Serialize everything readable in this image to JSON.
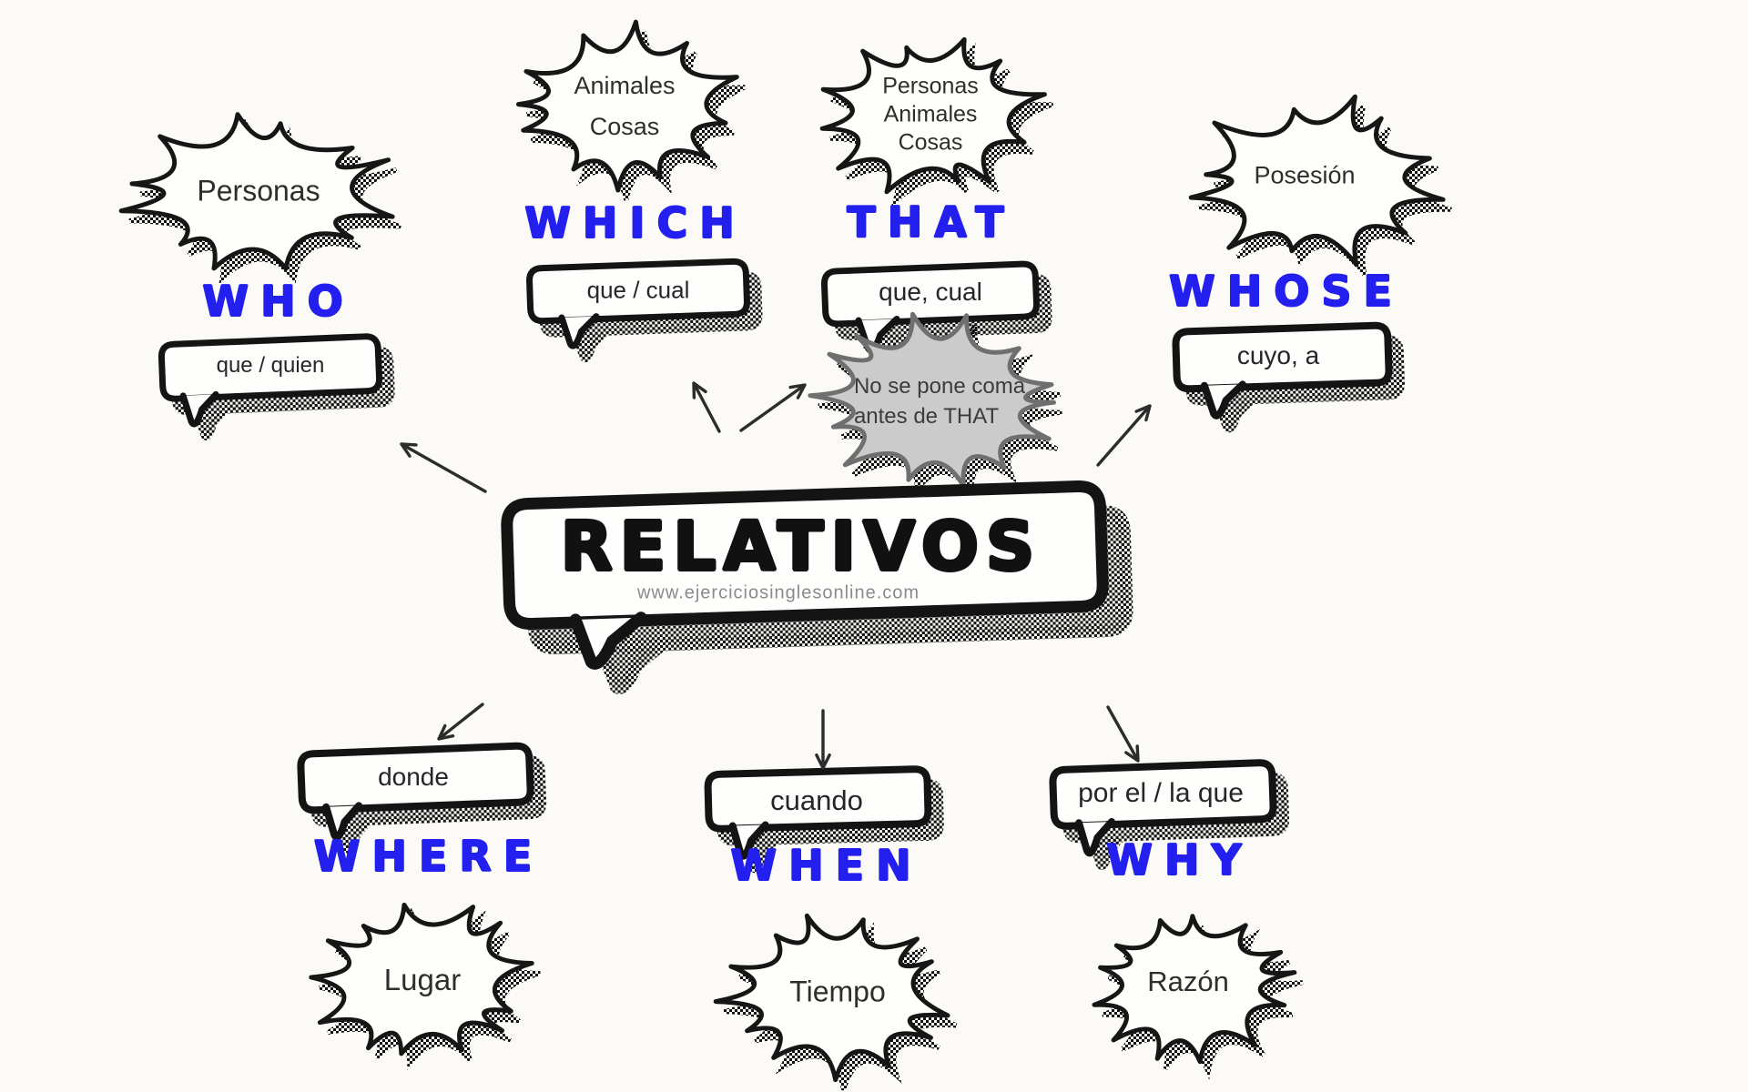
{
  "colors": {
    "accent_blue": "#2320EF",
    "note_fill": "#CBCBCB",
    "outline_black": "#161616"
  },
  "center": {
    "title": "RELATIVOS",
    "website": "www.ejerciciosinglesonline.com"
  },
  "note": {
    "line1": "No se pone coma",
    "line2": "antes de THAT"
  },
  "branches": {
    "who": {
      "keyword": "WHO",
      "category": "Personas",
      "translation": "que / quien"
    },
    "which": {
      "keyword": "WHICH",
      "category_lines": [
        "Animales",
        "Cosas"
      ],
      "translation": "que / cual"
    },
    "that": {
      "keyword": "THAT",
      "category_lines": [
        "Personas",
        "Animales",
        "Cosas"
      ],
      "translation": "que, cual"
    },
    "whose": {
      "keyword": "WHOSE",
      "category": "Posesión",
      "translation": "cuyo, a"
    },
    "where": {
      "keyword": "WHERE",
      "category": "Lugar",
      "translation": "donde"
    },
    "when": {
      "keyword": "WHEN",
      "category": "Tiempo",
      "translation": "cuando"
    },
    "why": {
      "keyword": "WHY",
      "category": "Razón",
      "translation": "por el / la que"
    }
  }
}
